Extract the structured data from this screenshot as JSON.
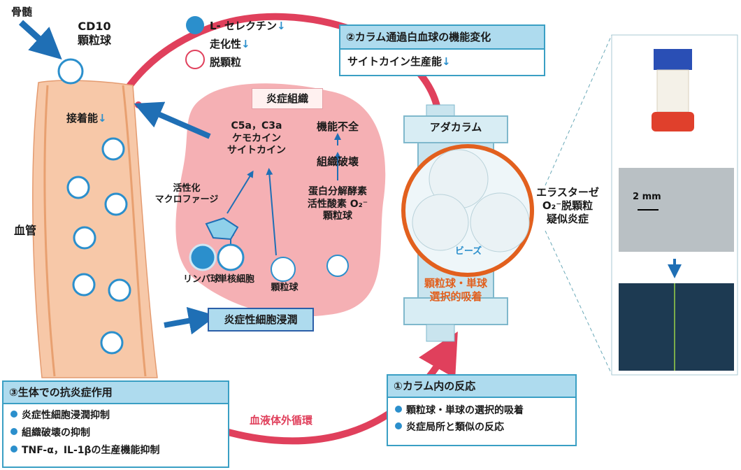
{
  "labels": {
    "bone_marrow": "骨髄",
    "cd10_line1": "CD10",
    "cd10_line2": "顆粒球",
    "l_selectin": "L- セレクチン",
    "chemotaxis": "走化性",
    "degranulation": "脱顆粒",
    "adhesion": "接着能",
    "vessel": "血管",
    "inflammatory_tissue": "炎症組織",
    "c5a_line1": "C5a，C3a",
    "c5a_line2": "ケモカイン",
    "c5a_line3": "サイトカイン",
    "dysfunction": "機能不全",
    "tissue_destruction": "組織破壊",
    "protease": "蛋白分解酵素",
    "active_oxygen": "活性酸素 O₂⁻",
    "granulocyte_tissue": "顆粒球",
    "macrophage_line1": "活性化",
    "macrophage_line2": "マクロファージ",
    "lymphocyte": "リンパ球",
    "monocyte": "単核細胞",
    "granulocyte": "顆粒球",
    "infiltration": "炎症性細胞浸潤",
    "adacolumn": "アダカラム",
    "beads": "ビーズ",
    "selective_line1": "顆粒球・単球",
    "selective_line2": "選択的吸着",
    "elastase": "エラスターゼ",
    "o2_degran": "O₂⁻脱顆粒",
    "pseudo_inflammation": "疑似炎症",
    "scale": "2 mm",
    "extracorporeal": "血液体外循環",
    "down_arrow": "↓"
  },
  "box2": {
    "title": "②カラム通過白血球の機能変化",
    "item": "サイトカイン生産能"
  },
  "box1": {
    "title": "①カラム内の反応",
    "items": [
      "顆粒球・単球の選択的吸着",
      "炎症局所と類似の反応"
    ]
  },
  "box3": {
    "title": "③生体での抗炎症作用",
    "items": [
      "炎症性細胞浸潤抑制",
      "組織破壊の抑制",
      "TNF-α，IL-1βの生産機能抑制"
    ]
  },
  "colors": {
    "accent_blue": "#2b8fcc",
    "box_border": "#3a9fc4",
    "box_header": "#aedbee",
    "cycle_red": "#e0405c",
    "vessel": "#f7c8a8",
    "tissue": "#f5b0b4",
    "column": "#c9e4ee",
    "ring": "#e2601e"
  }
}
